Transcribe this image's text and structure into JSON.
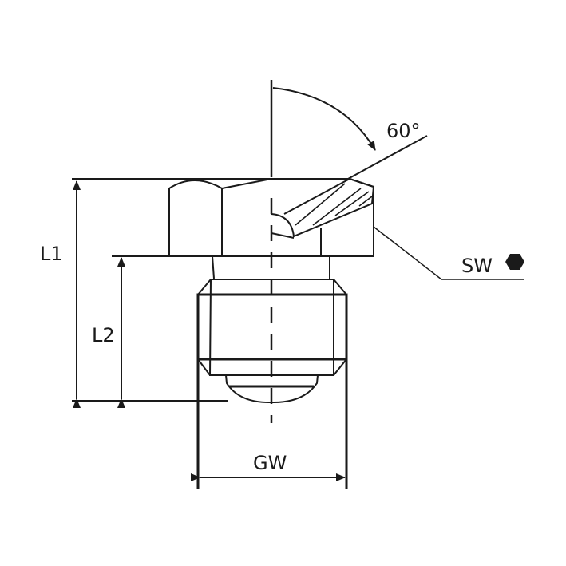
{
  "labels": {
    "l1": "L1",
    "l2": "L2",
    "sw": "SW",
    "gw": "GW",
    "angle": "60°"
  },
  "icons": {
    "sw_symbol": "hexagon-icon"
  },
  "colors": {
    "line": "#1a1a1a",
    "background": "#ffffff"
  }
}
